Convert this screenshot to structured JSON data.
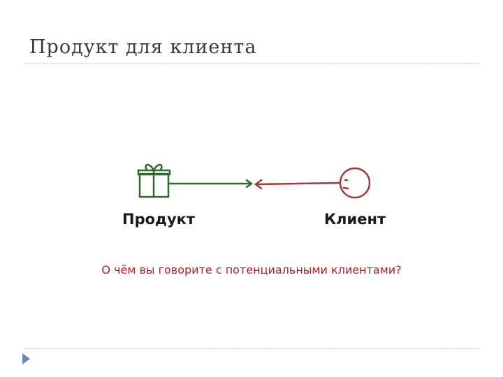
{
  "slide": {
    "title": "Продукт для клиента"
  },
  "diagram": {
    "product_label": "Продукт",
    "client_label": "Клиент",
    "colors": {
      "product": "#2e6b2e",
      "client": "#a33a3a"
    }
  },
  "question": "О чём вы говорите с потенциальными клиентами?",
  "colors": {
    "question_text": "#b52020",
    "divider": "#c8c8c8",
    "nav_arrow": "#6f86b8"
  }
}
